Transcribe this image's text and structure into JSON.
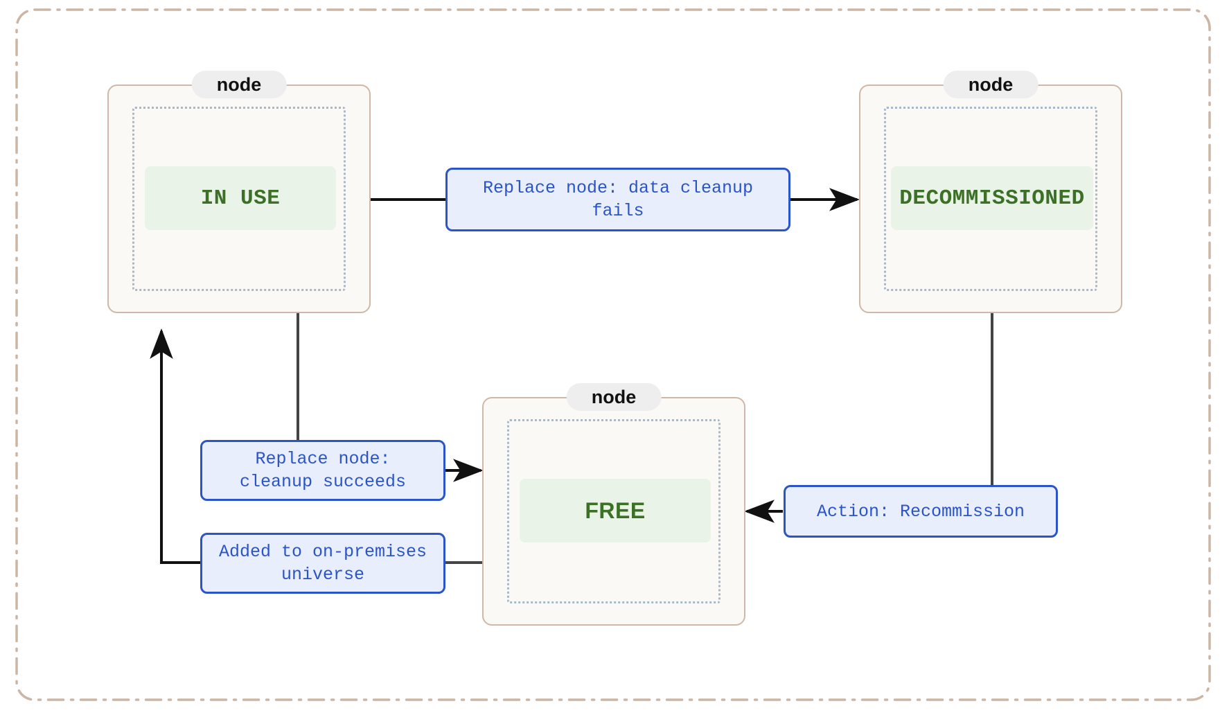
{
  "diagram": {
    "type": "state-machine",
    "frame": {
      "style": "dash-dot",
      "color": "#cbb5a4"
    },
    "colors": {
      "cluster_border": "#cfb8a8",
      "cluster_fill": "#faf9f6",
      "cluster_inner_border": "#a9b8c6",
      "state_fill": "#e9f3e7",
      "state_text": "#3d7027",
      "label_border": "#2b54c8",
      "label_fill": "#e8eefb",
      "label_text": "#2b54c8",
      "edge_line": "#333333",
      "title_badge_fill": "#eeeeee"
    },
    "clusters": [
      {
        "id": "cluster-in-use",
        "title": "node",
        "state": "IN USE"
      },
      {
        "id": "cluster-decommissioned",
        "title": "node",
        "state": "DECOMMISSIONED"
      },
      {
        "id": "cluster-free",
        "title": "node",
        "state": "FREE"
      }
    ],
    "transitions": [
      {
        "id": "t1",
        "from": "IN USE",
        "to": "DECOMMISSIONED",
        "label": "Replace node: data cleanup\nfails"
      },
      {
        "id": "t2",
        "from": "IN USE",
        "to": "FREE",
        "label": "Replace node:\ncleanup succeeds"
      },
      {
        "id": "t3",
        "from": "FREE",
        "to": "IN USE",
        "label": "Added to on-premises\nuniverse"
      },
      {
        "id": "t4",
        "from": "DECOMMISSIONED",
        "to": "FREE",
        "label": "Action: Recommission"
      }
    ]
  }
}
